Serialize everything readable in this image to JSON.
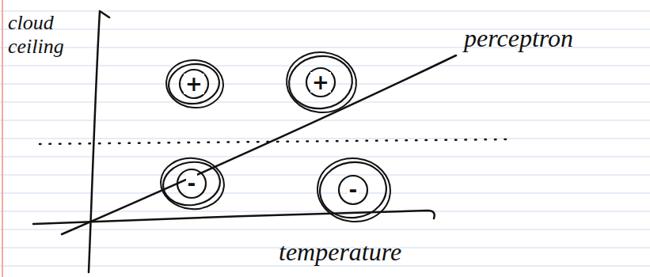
{
  "diagram": {
    "nodes": [
      {
        "text": [
          "+"
        ]
      },
      {
        "text": [
          "+"
        ]
      },
      {
        "text": [
          "-"
        ]
      },
      {
        "text": [
          "-"
        ]
      }
    ],
    "labels": [
      "cloud ceiling",
      "perceptron",
      "temperature"
    ]
  }
}
